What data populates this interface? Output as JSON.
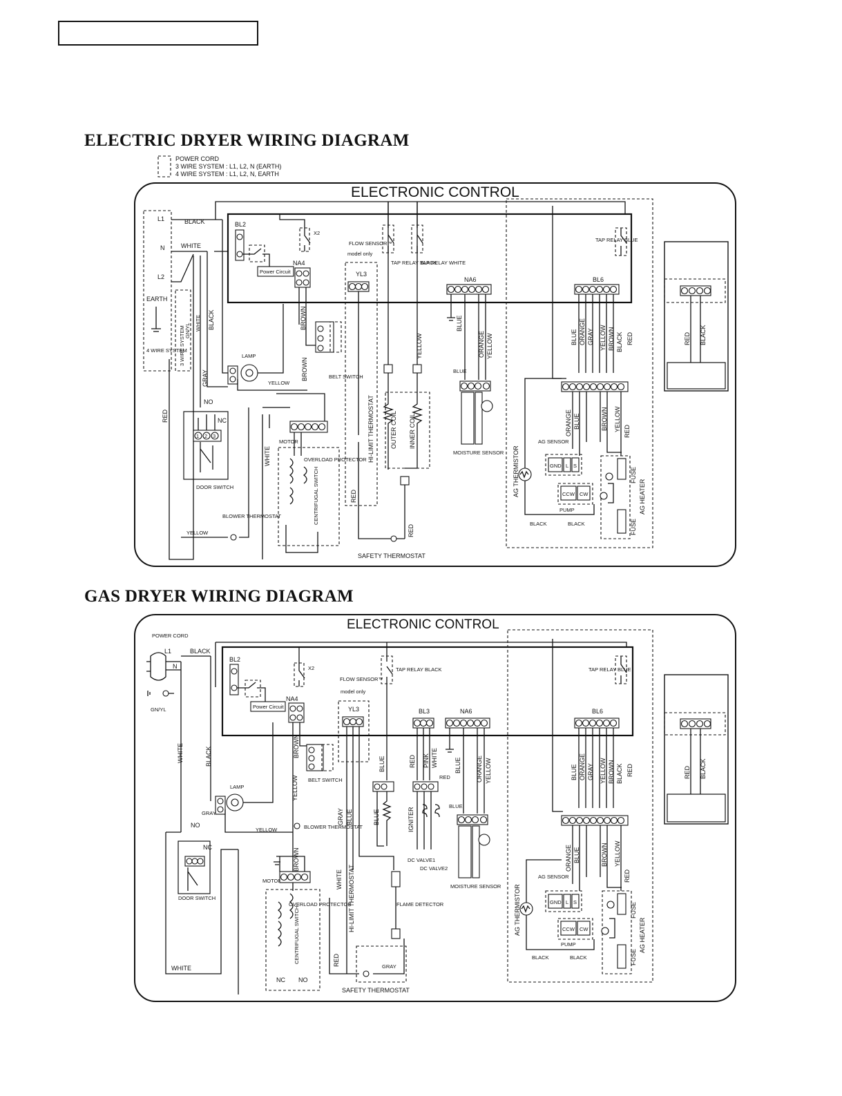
{
  "page": {
    "header_box_text": ""
  },
  "electric": {
    "title": "ELECTRIC DRYER WIRING DIAGRAM",
    "legend": [
      "POWER CORD",
      "3 WIRE SYSTEM : L1, L2, N (EARTH)",
      "4 WIRE SYSTEM : L1, L2, N, EARTH"
    ],
    "control_title": "ELECTRONIC CONTROL",
    "labels": {
      "l1": "L1",
      "n": "N",
      "l2": "L2",
      "earth": "EARTH",
      "black": "BLACK",
      "white": "WHITE",
      "four_wire": "4 WIRE SYSTEM",
      "three_wire": "3 WIRE SYSTEM",
      "gnyl": "GN/YL",
      "bl2": "BL2",
      "x2": "X2",
      "na4": "NA4",
      "power_circuit": "Power Circuit",
      "flow_sensor": "FLOW SENSOR™",
      "model_only": "model only",
      "yl3": "YL3",
      "tap_relay_black": "TAP RELAY BLACK",
      "tap_relay_white": "TAP RELAY WHITE",
      "tap_relay_blue": "TAP RELAY BLUE",
      "na6": "NA6",
      "bl6": "BL6",
      "lamp": "LAMP",
      "gray": "GRAY",
      "yellow": "YELLOW",
      "brown": "BROWN",
      "belt_switch": "BELT SWITCH",
      "no": "NO",
      "nc": "NC",
      "red": "RED",
      "door_switch": "DOOR SWITCH",
      "motor": "MOTOR",
      "overload": "OVERLOAD PROTECTOR",
      "centrifugal": "CENTRIFUGAL SWITCH",
      "blower_thermostat": "BLOWER THERMOSTAT",
      "hi_limit": "HI-LIMIT THERMOSTAT",
      "outer_coil": "OUTER COIL",
      "inner_coil": "INNER COIL",
      "safety_thermostat": "SAFETY THERMOSTAT",
      "blue": "BLUE",
      "orange": "ORANGE",
      "moisture_sensor": "MOISTURE SENSOR",
      "ag_thermistor": "AG THERMISTOR",
      "ag_sensor": "AG SENSOR",
      "gnd": "GND",
      "l": "L",
      "s": "S",
      "ccw": "CCW",
      "cw": "CW",
      "pump": "PUMP",
      "fuse": "FUSE",
      "ag_heater": "AG HEATER"
    }
  },
  "gas": {
    "title": "GAS DRYER WIRING DIAGRAM",
    "control_title": "ELECTRONIC CONTROL",
    "labels": {
      "power_cord": "POWER CORD",
      "l1": "L1",
      "n": "N",
      "gnyl": "GN/YL",
      "black": "BLACK",
      "white": "WHITE",
      "bl2": "BL2",
      "x2": "X2",
      "na4": "NA4",
      "power_circuit": "Power Circuit",
      "flow_sensor": "FLOW SENSOR™",
      "model_only": "model only",
      "yl3": "YL3",
      "tap_relay_black": "TAP RELAY BLACK",
      "tap_relay_blue": "TAP RELAY BLUE",
      "bl3": "BL3",
      "na6": "NA6",
      "bl6": "BL6",
      "lamp": "LAMP",
      "gray": "GRAY",
      "yellow": "YELLOW",
      "brown": "BROWN",
      "belt_switch": "BELT SWITCH",
      "blower_thermostat": "BLOWER THERMOSTAT",
      "no": "NO",
      "nc": "NC",
      "door_switch": "DOOR SWITCH",
      "motor": "MOTOR",
      "overload": "OVERLOAD PROTECTOR",
      "centrifugal": "CENTRIFUGAL SWITCH",
      "blue": "BLUE",
      "red": "RED",
      "pink": "PINK",
      "igniter": "IGNITER",
      "dc_valve1": "DC VALVE1",
      "dc_valve2": "DC VALVE2",
      "flame_detector": "FLAME DETECTOR",
      "hi_limit": "HI-LIMIT THERMOSTAT",
      "safety_thermostat": "SAFETY THERMOSTAT",
      "orange": "ORANGE",
      "moisture_sensor": "MOISTURE SENSOR",
      "ag_thermistor": "AG THERMISTOR",
      "ag_sensor": "AG SENSOR",
      "gnd": "GND",
      "l": "L",
      "s": "S",
      "ccw": "CCW",
      "cw": "CW",
      "pump": "PUMP",
      "fuse": "FUSE",
      "ag_heater": "AG HEATER"
    }
  }
}
